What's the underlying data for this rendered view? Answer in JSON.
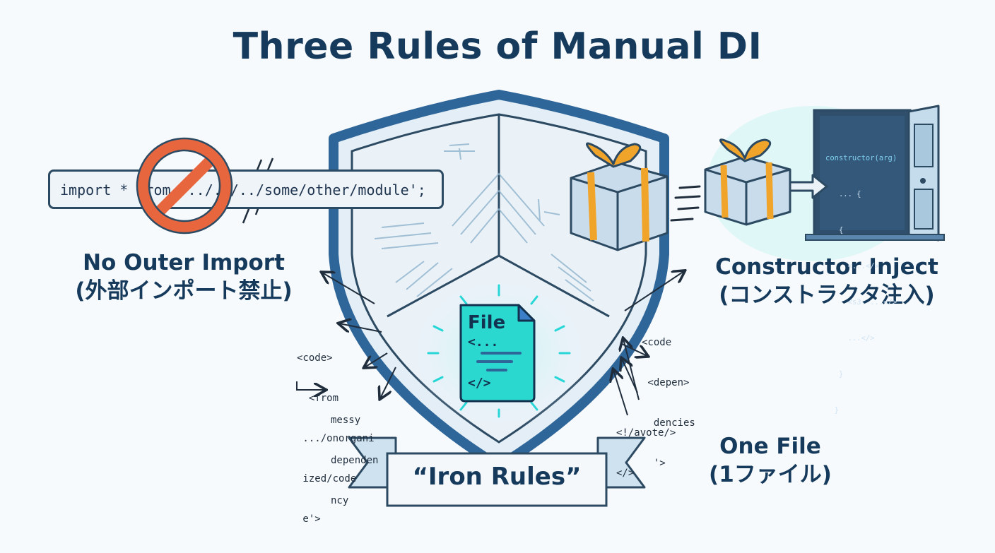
{
  "title": "Three Rules of Manual DI",
  "rules": {
    "no_outer_import": {
      "label": "No Outer Import",
      "sub": "(外部インポート禁止)"
    },
    "constructor_inject": {
      "label": "Constructor Inject",
      "sub": "(コンストラクタ注入)"
    },
    "one_file": {
      "label": "One File",
      "sub": "(1ファイル)"
    }
  },
  "import_line": "import * from '../../../some/other/module';",
  "left_snippet": [
    "<code>",
    "  <from",
    " .../onorgani",
    " ized/code",
    " e'>"
  ],
  "messy_label": [
    "messy",
    "dependen",
    "ncy"
  ],
  "right_snippet": [
    "<code",
    " <depen>",
    "  dencies",
    "  '>"
  ],
  "right_bottom_snippet": [
    "<!/avote/>",
    "</>"
  ],
  "file": {
    "title": "File",
    "code_top": "<...",
    "code_bottom": "</>"
  },
  "door_code": [
    "constructor(arg)",
    "   ... {",
    "   {",
    "     <...</>",
    "     <s3. ...</>",
    "     ...</>",
    "   }",
    "  }"
  ],
  "banner": "“Iron Rules”",
  "colors": {
    "navy": "#153a5c",
    "shield": "#2f6699",
    "cyan": "#27d6d6",
    "prohibit": "#e8663d",
    "gift_ribbon": "#f0a42a"
  }
}
